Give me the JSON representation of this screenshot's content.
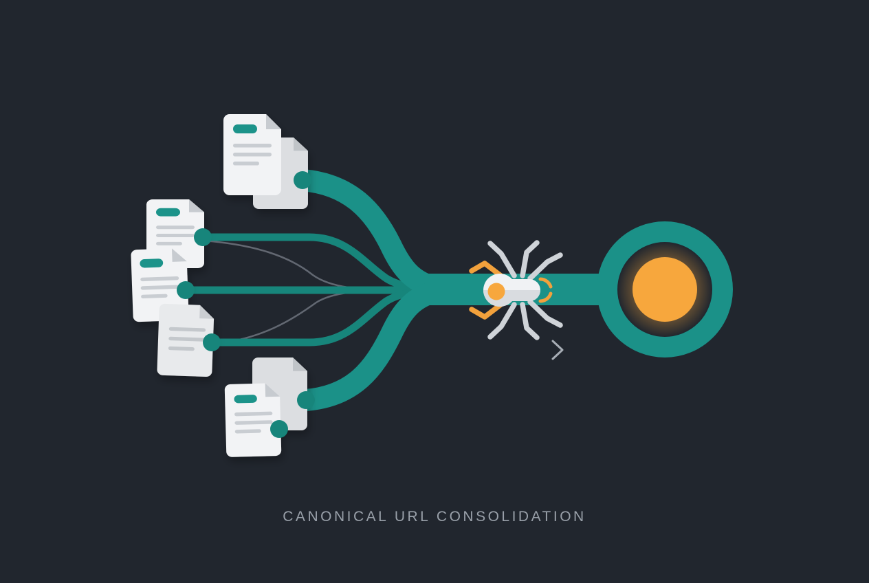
{
  "title": {
    "text": "CANONICAL URL CONSOLIDATION"
  },
  "colors": {
    "background": "#21262E",
    "teal_thick": "#1B9188",
    "teal_line": "#17857B",
    "teal_dot": "#17857B",
    "orange": "#F7A73D",
    "orange_accent": "#F2A13C",
    "page_white": "#F2F3F5",
    "page_gray": "#DCDEE1",
    "page_light_gray": "#E8EAEC",
    "fold_shade": "#C7CBD0",
    "text_line_gray": "#C9CDD2",
    "thin_curve_gray": "#6E747E",
    "arrow_gray": "#A7ADB5",
    "spider_body": "#F0F2F4",
    "spider_body_shade": "#D9DCE0",
    "spider_leg": "#CFD3D8",
    "title_color": "#99A0A9"
  },
  "icons": {
    "documents": "duplicate-page-icon",
    "crawler": "spider-crawler-icon",
    "target": "canonical-target-icon",
    "arrow": "flow-direction-arrow-icon",
    "connector": "connector-dot"
  },
  "diagram": {
    "document_clusters": [
      {
        "name": "top-duplicate-pair",
        "pages": 2,
        "teal_header": true
      },
      {
        "name": "left-stack-top-page",
        "pages": 1,
        "teal_header": true
      },
      {
        "name": "left-stack-middle-page",
        "pages": 1,
        "teal_header": true
      },
      {
        "name": "left-stack-bottom-page",
        "pages": 1,
        "teal_header": false
      },
      {
        "name": "bottom-duplicate-pair",
        "pages": 2,
        "teal_header": true
      }
    ],
    "connector_dots": 6,
    "converging_teal_paths": 5,
    "thin_gray_paths": 2
  }
}
